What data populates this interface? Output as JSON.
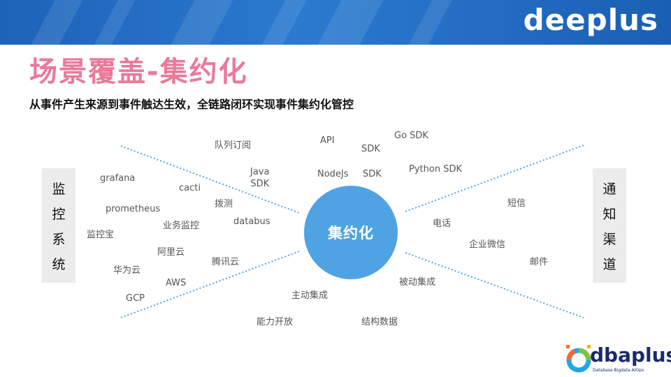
{
  "header": {
    "brand": "deeplus"
  },
  "title": "场景覆盖-集约化",
  "subtitle": "从事件产生来源到事件触达生效，全链路闭环实现事件集约化管控",
  "left_box": [
    "监",
    "控",
    "系",
    "统"
  ],
  "right_box": [
    "通",
    "知",
    "渠",
    "道"
  ],
  "hub": "集约化",
  "labels": {
    "duilie": "队列订阅",
    "api": "API",
    "go_sdk": "Go SDK",
    "sdk": "SDK",
    "java_sdk": "Java\nSDK",
    "nodejs": "NodeJs",
    "sdk2": "SDK",
    "python_sdk": "Python SDK",
    "grafana": "grafana",
    "cacti": "cacti",
    "boce": "拨测",
    "prometheus": "prometheus",
    "yewu": "业务监控",
    "databus": "databus",
    "jiankongbao": "监控宝",
    "aliyun": "阿里云",
    "tengxun": "腾讯云",
    "huawei": "华为云",
    "aws": "AWS",
    "gcp": "GCP",
    "duanxin": "短信",
    "dianhua": "电话",
    "qiye": "企业微信",
    "youjian": "邮件",
    "zhudong": "主动集成",
    "beidong": "被动集成",
    "nengli": "能力开放",
    "jiegou": "结构数据"
  },
  "footer_logo": {
    "name": "dbaplus",
    "tagline": "Database  Bigdata  AIOps"
  },
  "colors": {
    "banner": "#1d63b8",
    "title": "#e97a99",
    "hub": "#4fa3e3",
    "lines": "#4fa3e3"
  }
}
